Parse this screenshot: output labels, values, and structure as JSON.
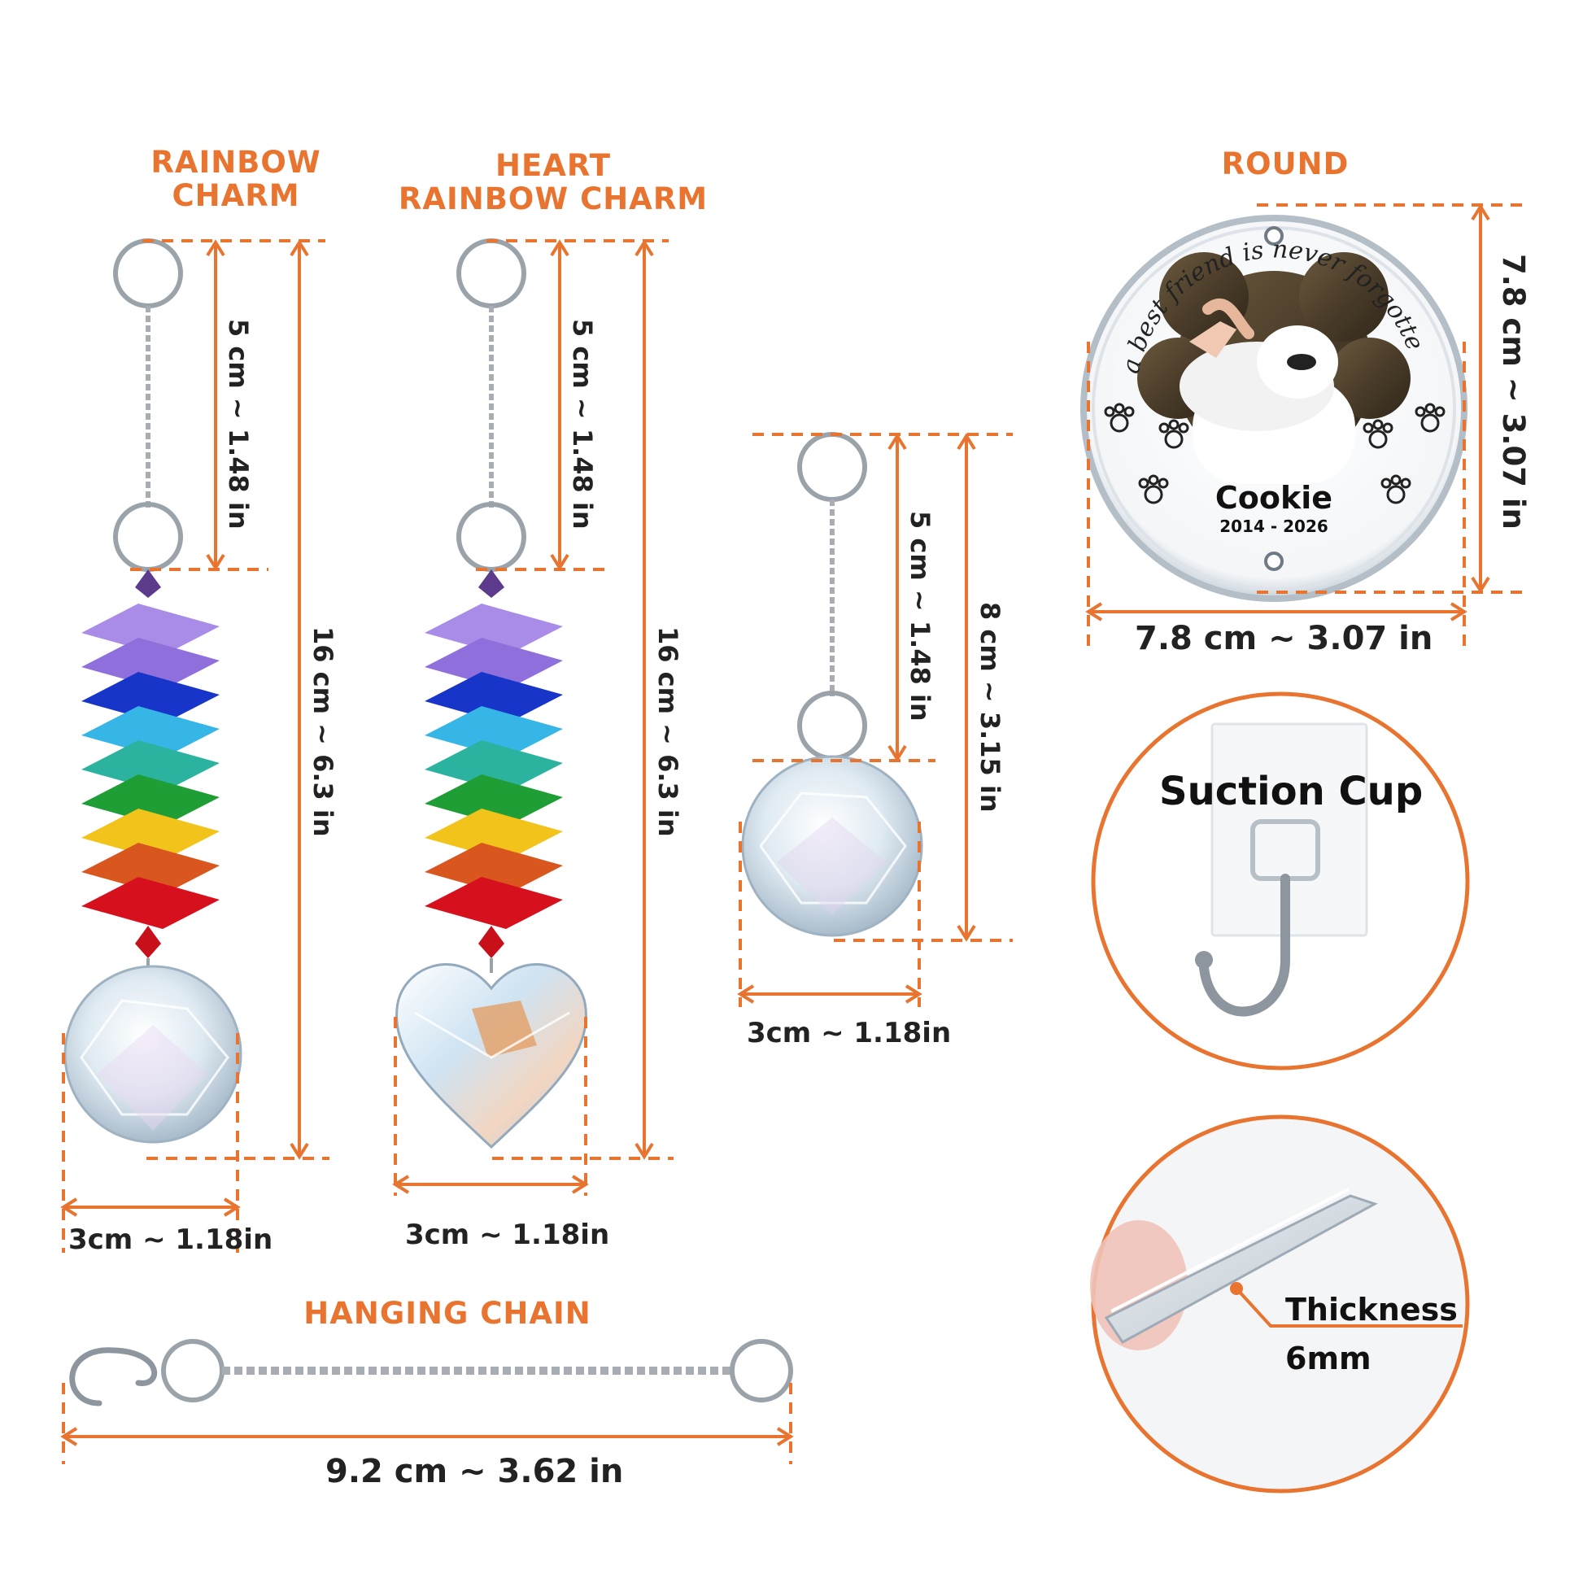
{
  "headings": {
    "rainbow_charm_1": "RAINBOW",
    "rainbow_charm_2": "CHARM",
    "heart_1": "HEART",
    "heart_2": "RAINBOW CHARM",
    "round": "ROUND",
    "hanging_chain": "HANGING CHAIN"
  },
  "dimensions": {
    "rainbow_top": "5 cm ~ 1.48 in",
    "rainbow_total": "16 cm ~ 6.3 in",
    "rainbow_width": "3cm ~ 1.18in",
    "heart_top": "5 cm ~ 1.48 in",
    "heart_total": "16 cm ~ 6.3 in",
    "heart_width": "3cm ~ 1.18in",
    "ball_top": "5 cm ~ 1.48 in",
    "ball_total": "8 cm ~ 3.15 in",
    "ball_width": "3cm ~ 1.18in",
    "round_height": "7.8 cm ~ 3.07 in",
    "round_width": "7.8 cm ~ 3.07 in",
    "chain_length": "9.2 cm ~ 3.62 in"
  },
  "ornament": {
    "quote": "a best friend is never forgotten",
    "name": "Cookie",
    "years": "2014 - 2026"
  },
  "callouts": {
    "suction_cup": "Suction Cup",
    "thickness_label": "Thickness",
    "thickness_value": "6mm"
  },
  "colors": {
    "accent": "#e8742f",
    "text": "#222222",
    "crystal_violet": "#a98be8",
    "crystal_blue": "#1736c9",
    "crystal_cyan": "#35b6e6",
    "crystal_green": "#1f9e36",
    "crystal_yellow": "#f1c31b",
    "crystal_orange": "#d9561e",
    "crystal_red": "#d6111d"
  }
}
